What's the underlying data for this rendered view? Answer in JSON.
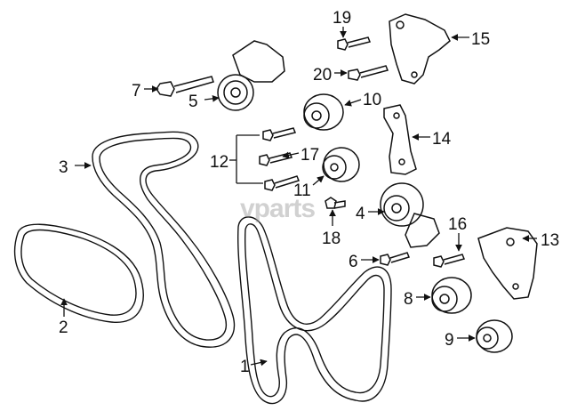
{
  "diagram": {
    "watermark": "vparts",
    "callouts": [
      {
        "id": "c1",
        "label": "1"
      },
      {
        "id": "c2",
        "label": "2"
      },
      {
        "id": "c3",
        "label": "3"
      },
      {
        "id": "c4",
        "label": "4"
      },
      {
        "id": "c5",
        "label": "5"
      },
      {
        "id": "c6",
        "label": "6"
      },
      {
        "id": "c7",
        "label": "7"
      },
      {
        "id": "c8",
        "label": "8"
      },
      {
        "id": "c9",
        "label": "9"
      },
      {
        "id": "c10",
        "label": "10"
      },
      {
        "id": "c11",
        "label": "11"
      },
      {
        "id": "c12",
        "label": "12"
      },
      {
        "id": "c13",
        "label": "13"
      },
      {
        "id": "c14",
        "label": "14"
      },
      {
        "id": "c15",
        "label": "15"
      },
      {
        "id": "c16",
        "label": "16"
      },
      {
        "id": "c17",
        "label": "17"
      },
      {
        "id": "c18",
        "label": "18"
      },
      {
        "id": "c19",
        "label": "19"
      },
      {
        "id": "c20",
        "label": "20"
      }
    ]
  }
}
